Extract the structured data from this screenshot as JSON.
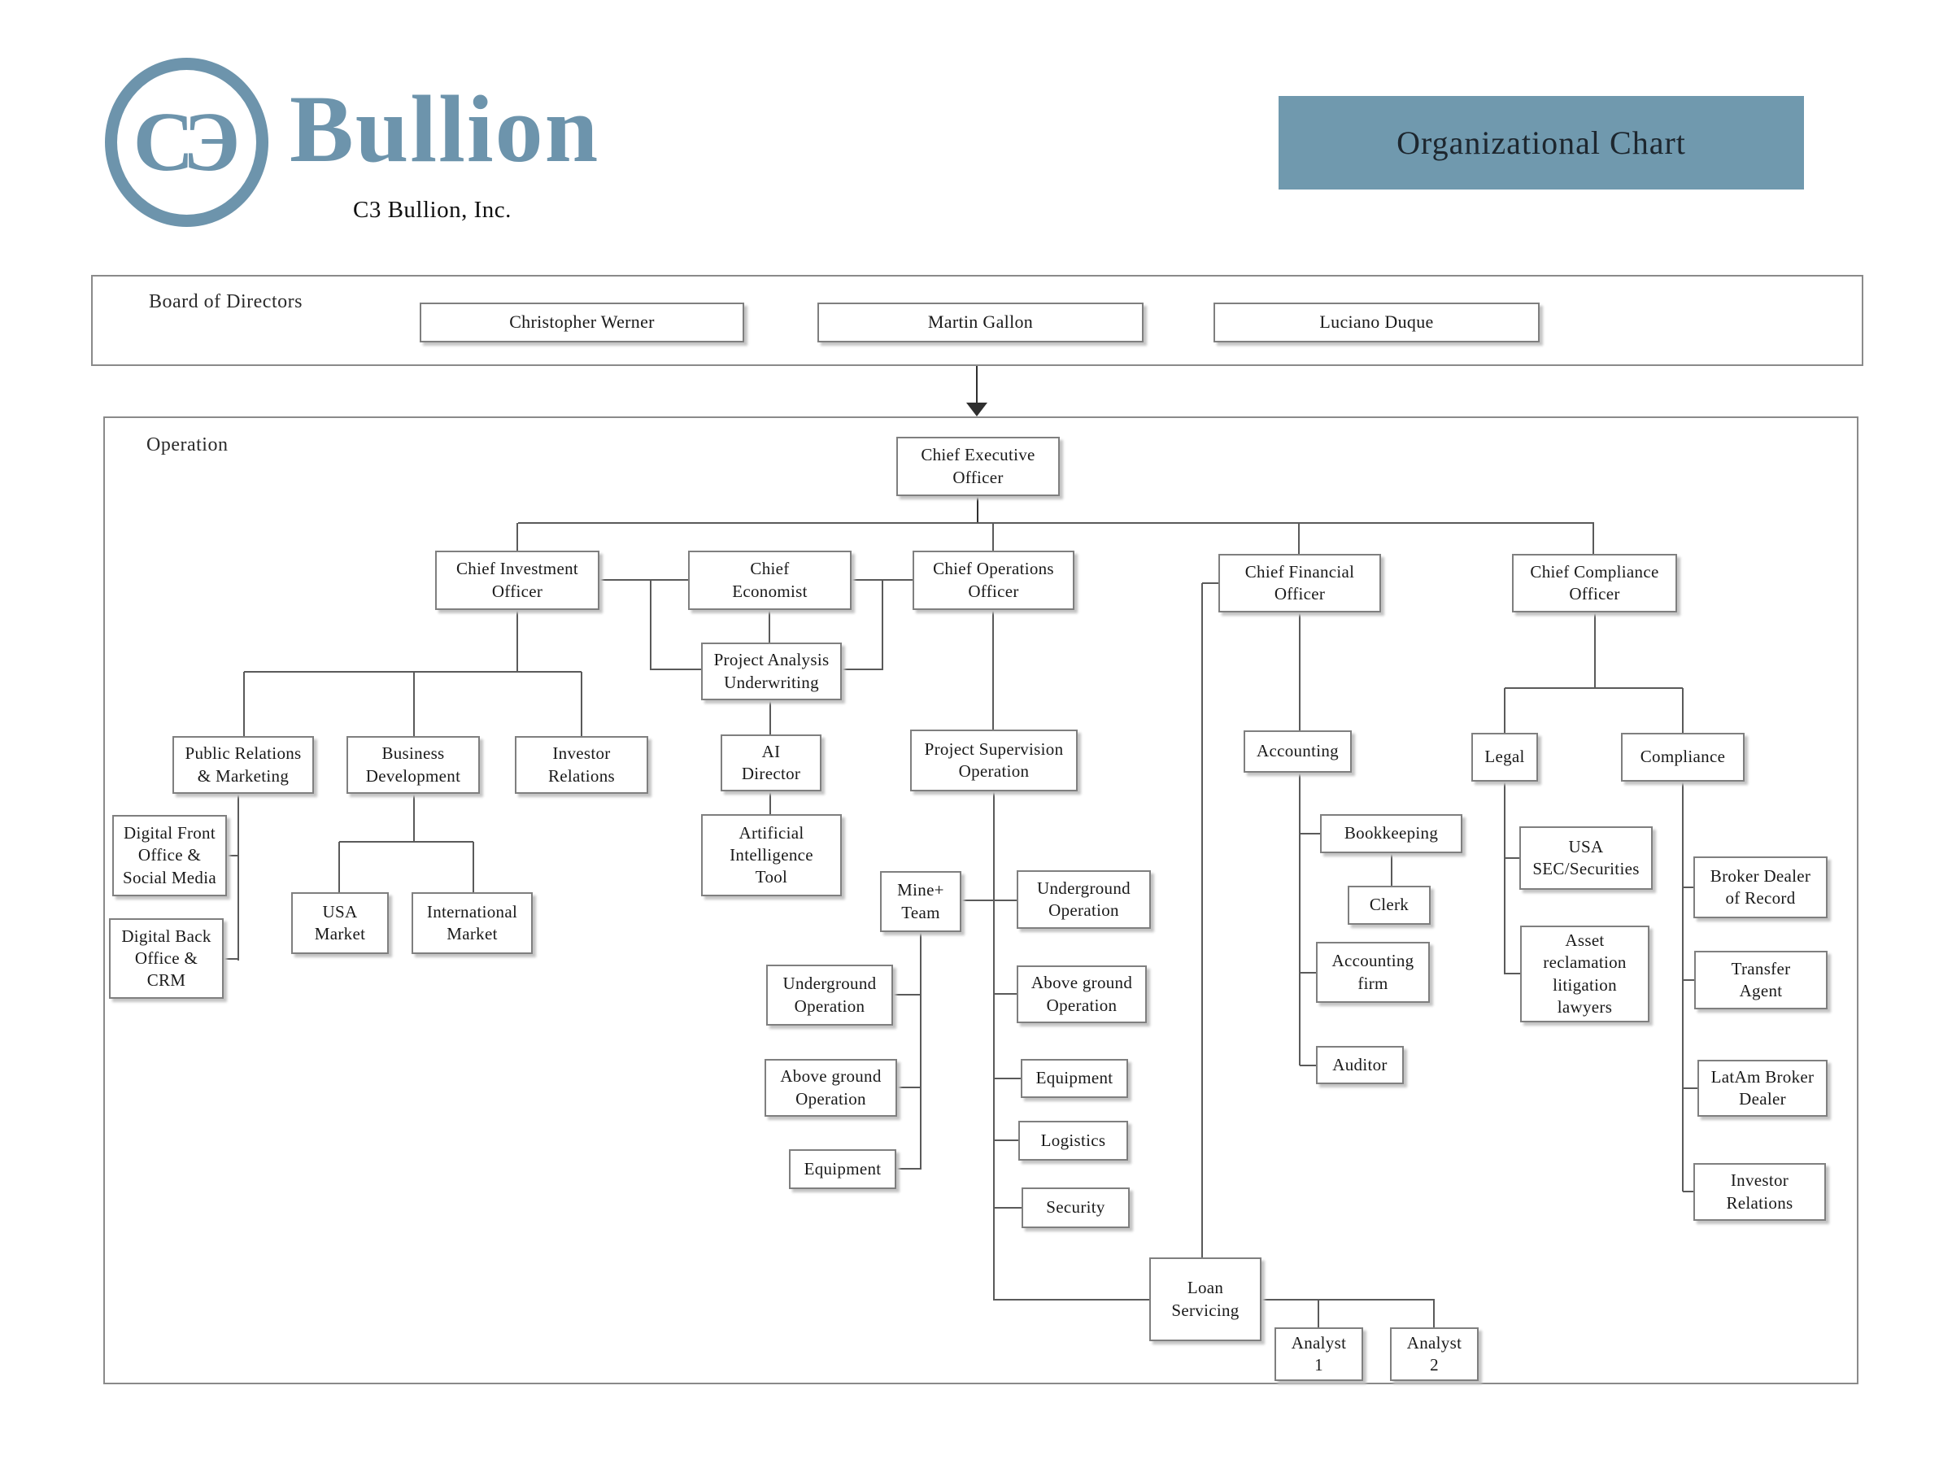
{
  "header": {
    "monogram": "CЭ",
    "brand": "Bullion",
    "company": "C3 Bullion, Inc.",
    "title": "Organizational Chart",
    "colors": {
      "brand_blue": "#6d94ac",
      "title_background": "#7099ae",
      "box_border": "#7f7f7f",
      "connector_line": "#5a5a5a",
      "text": "#1a1a1a"
    }
  },
  "board": {
    "label": "Board of Directors",
    "members": [
      {
        "id": "christopher-werner",
        "label": "Christopher Werner"
      },
      {
        "id": "martin-gallon",
        "label": "Martin Gallon"
      },
      {
        "id": "luciano-duque",
        "label": "Luciano Duque"
      }
    ]
  },
  "operation": {
    "label": "Operation",
    "nodes": [
      {
        "id": "ceo",
        "label": "Chief Executive\nOfficer"
      },
      {
        "id": "cio",
        "label": "Chief Investment\nOfficer"
      },
      {
        "id": "chief-economist",
        "label": "Chief\nEconomist"
      },
      {
        "id": "coo",
        "label": "Chief Operations\nOfficer"
      },
      {
        "id": "cfo",
        "label": "Chief Financial\nOfficer"
      },
      {
        "id": "cco",
        "label": "Chief Compliance\nOfficer"
      },
      {
        "id": "project-analysis-underwriting",
        "label": "Project Analysis\nUnderwriting"
      },
      {
        "id": "ai-director",
        "label": "AI\nDirector"
      },
      {
        "id": "artificial-intelligence-tool",
        "label": "Artificial\nIntelligence\nTool"
      },
      {
        "id": "public-relations-marketing",
        "label": "Public Relations\n& Marketing"
      },
      {
        "id": "business-development",
        "label": "Business\nDevelopment"
      },
      {
        "id": "investor-relations-cio",
        "label": "Investor\nRelations"
      },
      {
        "id": "digital-front-office",
        "label": "Digital Front\nOffice &\nSocial Media"
      },
      {
        "id": "digital-back-office",
        "label": "Digital Back\nOffice &\nCRM"
      },
      {
        "id": "usa-market",
        "label": "USA\nMarket"
      },
      {
        "id": "international-market",
        "label": "International\nMarket"
      },
      {
        "id": "project-supervision-operation",
        "label": "Project Supervision\nOperation"
      },
      {
        "id": "mine-team",
        "label": "Mine+\nTeam"
      },
      {
        "id": "underground-operation-mine",
        "label": "Underground\nOperation"
      },
      {
        "id": "above-ground-operation-mine",
        "label": "Above ground\nOperation"
      },
      {
        "id": "equipment-mine",
        "label": "Equipment"
      },
      {
        "id": "underground-operation",
        "label": "Underground\nOperation"
      },
      {
        "id": "above-ground-operation",
        "label": "Above ground\nOperation"
      },
      {
        "id": "equipment",
        "label": "Equipment"
      },
      {
        "id": "logistics",
        "label": "Logistics"
      },
      {
        "id": "security",
        "label": "Security"
      },
      {
        "id": "loan-servicing",
        "label": "Loan\nServicing"
      },
      {
        "id": "analyst-1",
        "label": "Analyst\n1"
      },
      {
        "id": "analyst-2",
        "label": "Analyst\n2"
      },
      {
        "id": "accounting",
        "label": "Accounting"
      },
      {
        "id": "bookkeeping",
        "label": "Bookkeeping"
      },
      {
        "id": "clerk",
        "label": "Clerk"
      },
      {
        "id": "accounting-firm",
        "label": "Accounting\nfirm"
      },
      {
        "id": "auditor",
        "label": "Auditor"
      },
      {
        "id": "legal",
        "label": "Legal"
      },
      {
        "id": "compliance",
        "label": "Compliance"
      },
      {
        "id": "usa-sec-securities",
        "label": "USA\nSEC/Securities"
      },
      {
        "id": "asset-reclamation-lawyers",
        "label": "Asset\nreclamation\nlitigation\nlawyers"
      },
      {
        "id": "broker-dealer-of-record",
        "label": "Broker Dealer\nof Record"
      },
      {
        "id": "transfer-agent",
        "label": "Transfer\nAgent"
      },
      {
        "id": "latam-broker-dealer",
        "label": "LatAm Broker\nDealer"
      },
      {
        "id": "investor-relations-compliance",
        "label": "Investor\nRelations"
      }
    ]
  }
}
